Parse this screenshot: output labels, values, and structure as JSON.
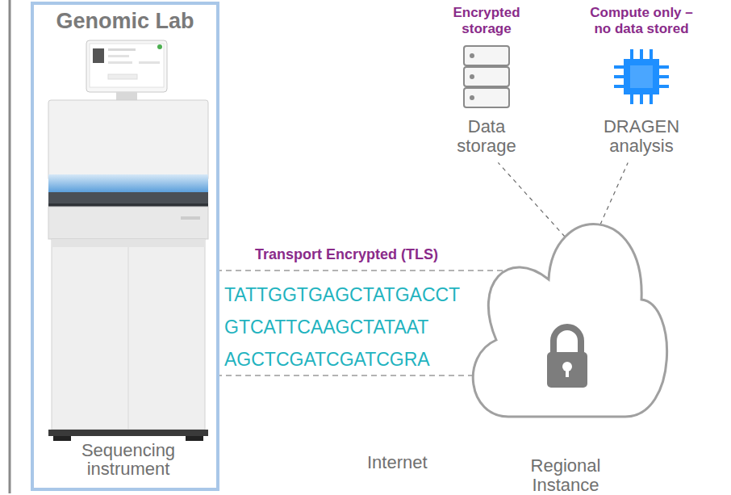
{
  "diagram": {
    "nodes": [
      {
        "text": [
          "Genomic Lab"
        ]
      },
      {
        "text": [
          "Sequencing instrument"
        ],
        "in": 0
      },
      {
        "text": [
          "Encrypted storage",
          "Data storage"
        ]
      },
      {
        "text": [
          "Compute only – no data stored",
          "DRAGEN analysis"
        ]
      },
      {
        "text": [
          "Regional Instance"
        ]
      }
    ],
    "edges": [
      {
        "from": 4,
        "to": 2,
        "arrow": "none"
      },
      {
        "from": 4,
        "to": 3,
        "arrow": "none"
      },
      {
        "from": 1,
        "to": 4,
        "label": "Transport Encrypted (TLS)",
        "arrow": "none"
      }
    ],
    "labels": [
      "TATTGGTGAGCTATGACCT",
      "GTCATTCAAGCTATAAT",
      "AGCTCGATCGATCGRA",
      "Internet"
    ]
  }
}
